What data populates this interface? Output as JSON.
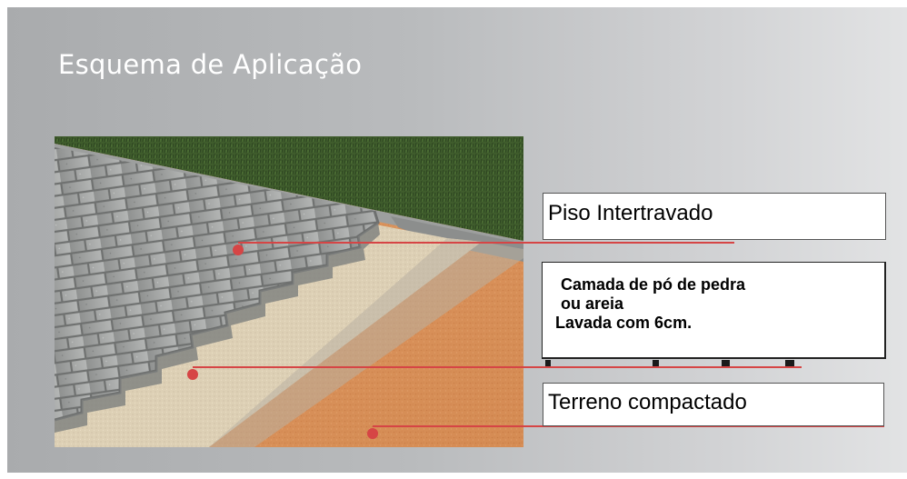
{
  "title": "Esquema de Aplicação",
  "labels": {
    "piso": "Piso Intertravado",
    "camada_line1": "Camada de pó de pedra",
    "camada_line2": "ou areia",
    "camada_line3": "Lavada com 6cm.",
    "terreno": "Terreno compactado"
  },
  "colors": {
    "callout_line": "#d64545",
    "grass": "#3d5a2a",
    "pavers": "#9a9c9b",
    "stone_dust": "#ddd0b6",
    "soil": "#d9935f",
    "title_text": "#ffffff"
  }
}
